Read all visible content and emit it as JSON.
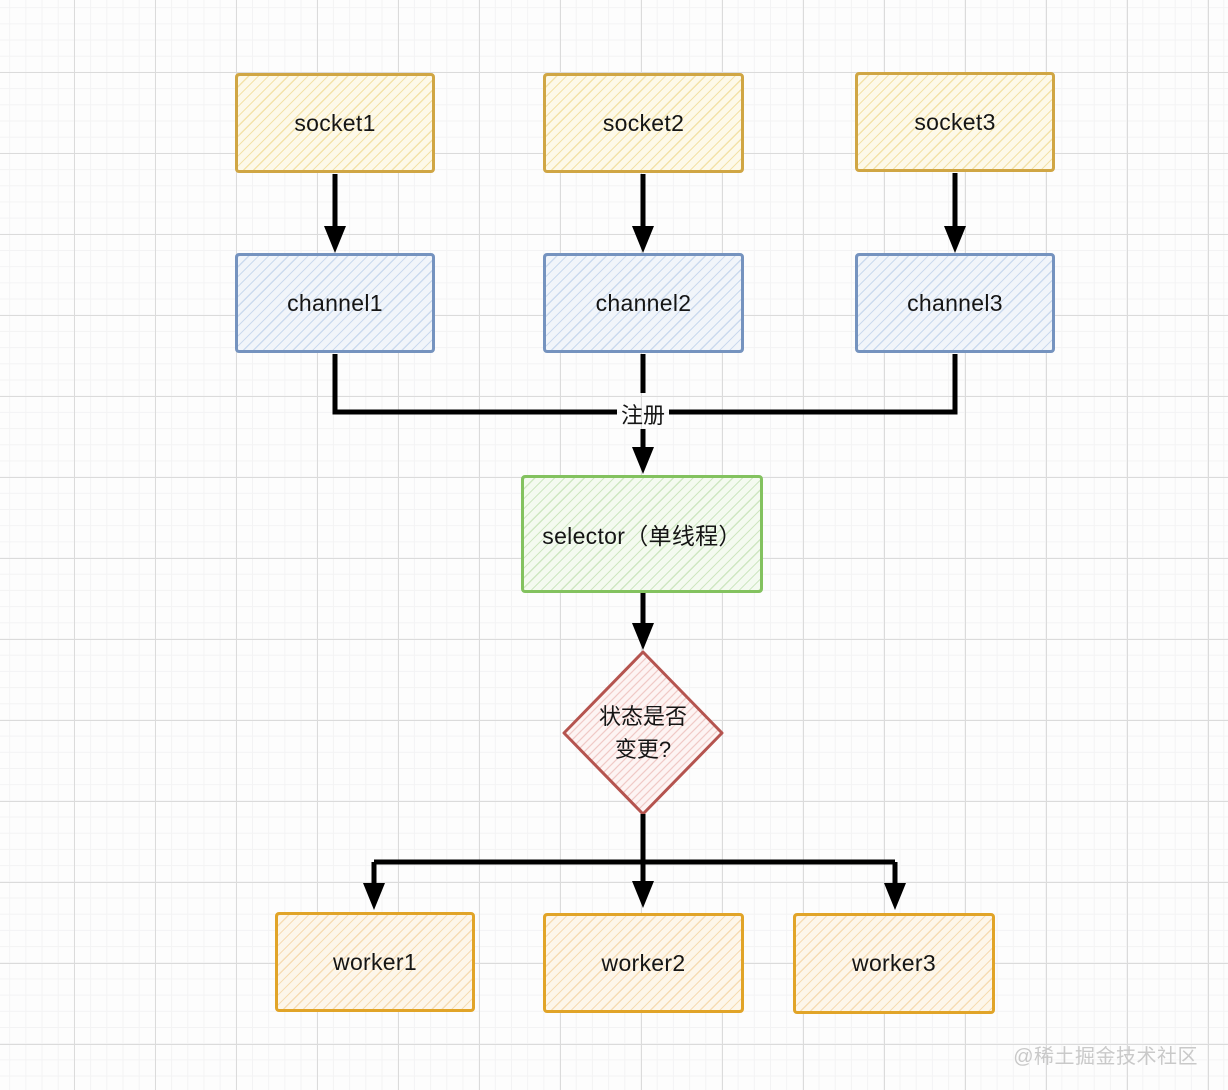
{
  "diagram": {
    "sockets": [
      {
        "label": "socket1"
      },
      {
        "label": "socket2"
      },
      {
        "label": "socket3"
      }
    ],
    "channels": [
      {
        "label": "channel1"
      },
      {
        "label": "channel2"
      },
      {
        "label": "channel3"
      }
    ],
    "selector": {
      "label": "selector（单线程）"
    },
    "decision": {
      "label": "状态是否\n变更?"
    },
    "workers": [
      {
        "label": "worker1"
      },
      {
        "label": "worker2"
      },
      {
        "label": "worker3"
      }
    ],
    "edge_labels": {
      "register": "注册"
    },
    "colors": {
      "socket_stroke": "#d0a644",
      "socket_fill": "#fdf9e9",
      "socket_hatch": "#f3e2a9",
      "channel_stroke": "#7593bf",
      "channel_fill": "#f1f5fa",
      "channel_hatch": "#cbdaee",
      "selector_stroke": "#83c25f",
      "selector_fill": "#f4faf0",
      "selector_hatch": "#cfe7c2",
      "decision_stroke": "#b5544f",
      "decision_fill": "#fdf4f3",
      "decision_hatch": "#f0c9c6",
      "worker_stroke": "#e1a428",
      "worker_fill": "#fdf6ea",
      "worker_hatch": "#f6dcb4",
      "arrow": "#000000"
    }
  },
  "watermark": {
    "text": "@稀土掘金技术社区"
  }
}
